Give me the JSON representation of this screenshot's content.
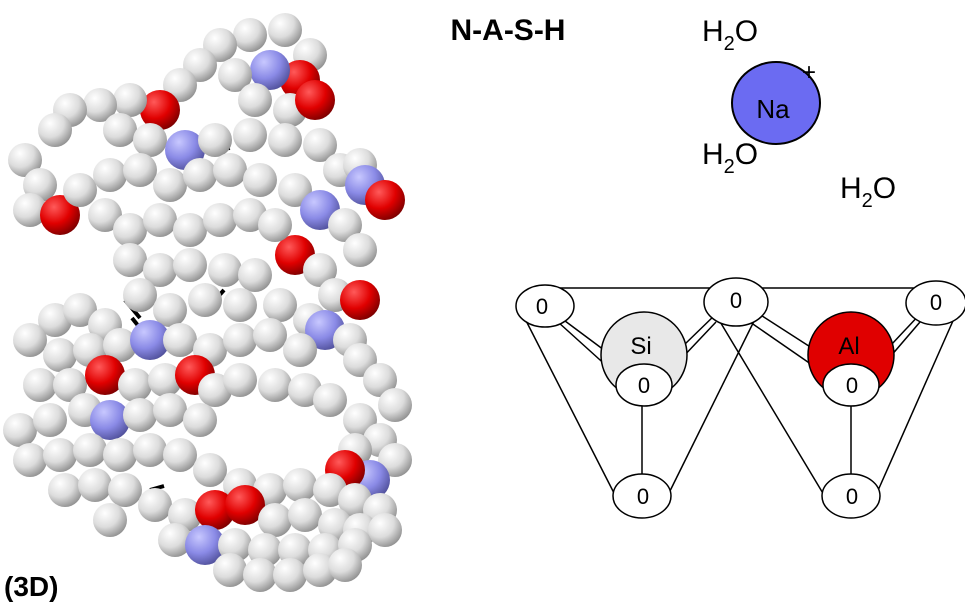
{
  "title": "N-A-S-H",
  "caption": "(3D)",
  "molecule_colors": {
    "carbon_hydrogen": "#d9d9d9",
    "oxygen": "#e00000",
    "nitrogen": "#8a8ae6",
    "bond": "#000000"
  },
  "sodium": {
    "symbol": "Na",
    "charge": "+",
    "color": "#6b6bf2"
  },
  "water": [
    {
      "base": "H",
      "sub": "2",
      "tail": "O"
    },
    {
      "base": "H",
      "sub": "2",
      "tail": "O"
    },
    {
      "base": "H",
      "sub": "2",
      "tail": "O"
    }
  ],
  "framework": {
    "oxygen_label": "0",
    "silicon": {
      "symbol": "Si",
      "color": "#e8e8e8"
    },
    "aluminium": {
      "symbol": "Al",
      "color": "#e00000"
    }
  }
}
